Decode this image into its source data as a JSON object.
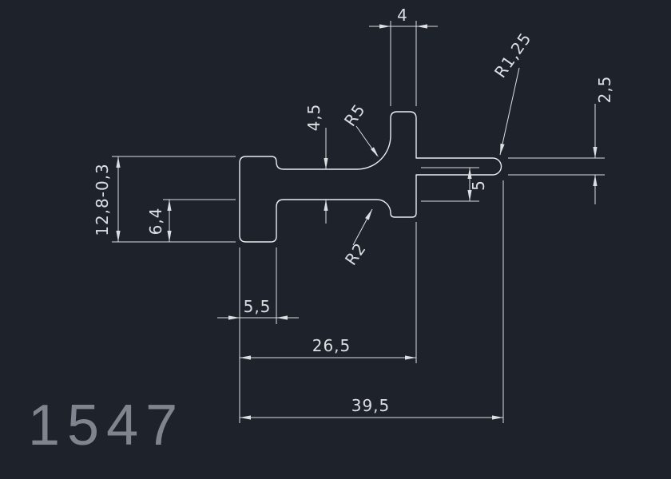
{
  "drawing": {
    "part_number": "1547",
    "colors": {
      "bg": "#1e232b",
      "line": "#e9ebee",
      "dim": "#dcdee2",
      "part": "#7f848e"
    },
    "dimensions": {
      "stem_width": "4",
      "web_thickness": "4,5",
      "fillet_large": "R5",
      "tip_radius": "R1,25",
      "arm_thickness": "2,5",
      "flange_height": "12,8-0,3",
      "lower_height": "6,4",
      "right_step": "5",
      "fillet_small": "R2",
      "flange_width": "5,5",
      "stem_offset": "26,5",
      "overall_width": "39,5"
    }
  }
}
